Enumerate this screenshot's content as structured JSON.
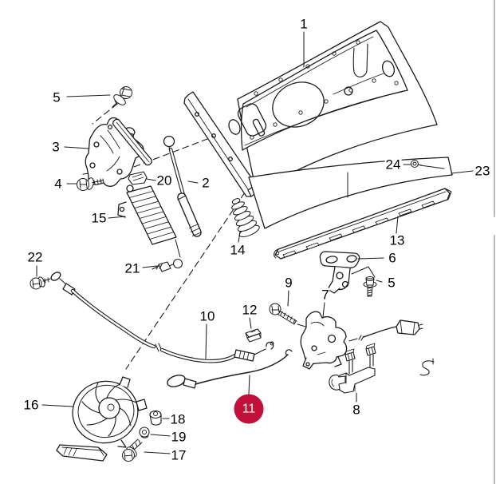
{
  "diagram": {
    "highlighted_part": "11",
    "colors": {
      "line": "#1c1c1c",
      "background": "#ffffff",
      "highlight": "#c1103a",
      "highlight_text": "#ffffff",
      "edge_line": "#b9b9b9"
    },
    "callouts": {
      "c1": "1",
      "c2": "2",
      "c3": "3",
      "c4": "4",
      "c5a": "5",
      "c5b": "5",
      "c6": "6",
      "c7": "7",
      "c8": "8",
      "c9": "9",
      "c10": "10",
      "c11": "11",
      "c12": "12",
      "c13": "13",
      "c14": "14",
      "c15": "15",
      "c16": "16",
      "c17": "17",
      "c18": "18",
      "c19": "19",
      "c20": "20",
      "c21": "21",
      "c22": "22",
      "c23": "23",
      "c24": "24"
    }
  }
}
